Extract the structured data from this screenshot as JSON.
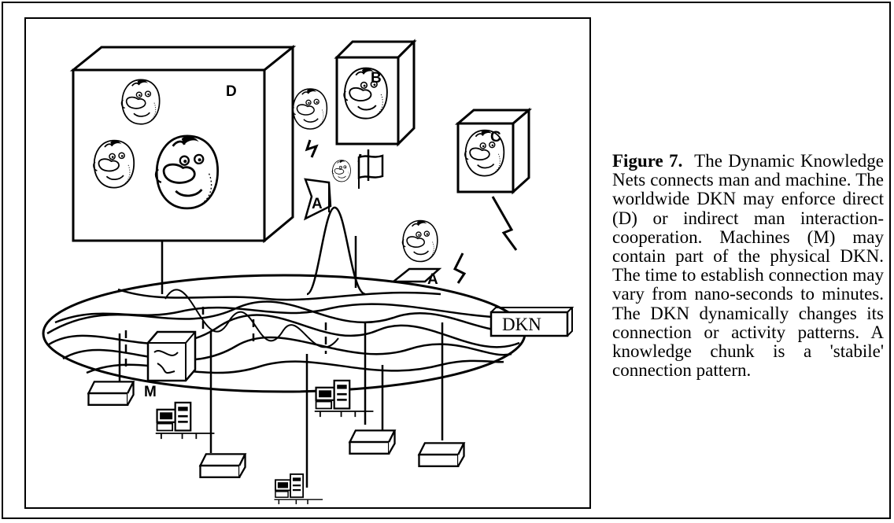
{
  "diagram": {
    "labels": {
      "d": "D",
      "b": "B",
      "c": "C",
      "a1": "A",
      "a2": "A",
      "m": "M",
      "dkn": "DKN"
    }
  },
  "caption": {
    "figure_label": "Figure 7.",
    "text": "The Dynamic Knowledge Nets connects man and machine. The worldwide DKN may enforce direct (D) or indirect man interaction-cooperation. Machines (M) may contain part of the physical DKN. The time to establish connection may vary from nano-seconds to minutes. The DKN dynamically changes its connection or activity patterns. A knowledge chunk is a 'stabile' connection pattern."
  }
}
